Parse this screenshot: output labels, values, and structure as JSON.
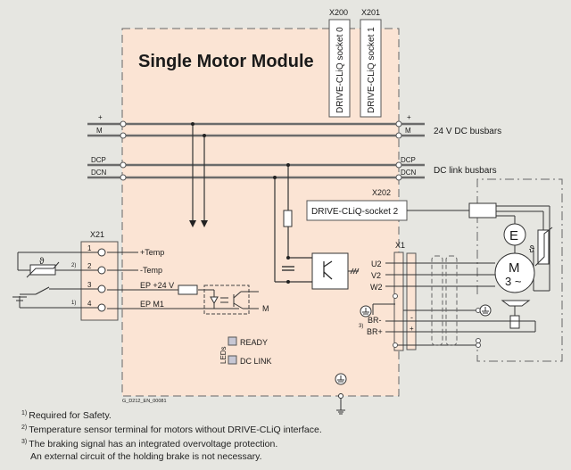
{
  "module": {
    "title": "Single Motor Module",
    "drawing_id": "G_D212_EN_00081"
  },
  "sockets": [
    {
      "connector": "X200",
      "label": "DRIVE-CLiQ socket  0"
    },
    {
      "connector": "X201",
      "label": "DRIVE-CLiQ socket  1"
    },
    {
      "connector": "X202",
      "label": "DRIVE-CLiQ-socket  2"
    }
  ],
  "busbars": {
    "plus": "+",
    "m": "M",
    "dcp": "DCP",
    "dcn": "DCN",
    "dc24_label": "24 V DC busbars",
    "dclink_label": "DC link busbars"
  },
  "x21": {
    "connector": "X21",
    "pins": [
      {
        "num": "1",
        "signal": "+Temp"
      },
      {
        "num": "2",
        "signal": "-Temp"
      },
      {
        "num": "3",
        "signal": "EP +24 V"
      },
      {
        "num": "4",
        "signal": "EP M1"
      }
    ],
    "note_temp": "2)",
    "note_safety": "1)",
    "optocoupler_out": "M",
    "theta": "ϑ"
  },
  "x1": {
    "connector": "X1",
    "phases": [
      "U2",
      "V2",
      "W2"
    ],
    "brake": [
      "BR-",
      "BR+"
    ],
    "brake_note": "3)",
    "minus": "-",
    "plus": "+"
  },
  "motor": {
    "encoder": "E",
    "motor_label_1": "M",
    "motor_label_2": "3 ~",
    "theta": "ϑ"
  },
  "leds": {
    "group_label": "LEDs",
    "items": [
      "READY",
      "DC LINK"
    ],
    "color": "#c7c7d4"
  },
  "footnotes": [
    {
      "mark": "1)",
      "text": "Required for Safety."
    },
    {
      "mark": "2)",
      "text": "Temperature sensor terminal for motors without DRIVE-CLiQ interface."
    },
    {
      "mark": "3)",
      "text": "The braking signal has an integrated overvoltage protection."
    },
    {
      "mark": "",
      "text": "An external circuit of the holding brake is not necessary."
    }
  ],
  "colors": {
    "background": "#e6e6e1",
    "module_fill": "#fbe4d4",
    "wire": "#6b6b6b",
    "line_dark": "#333333"
  }
}
